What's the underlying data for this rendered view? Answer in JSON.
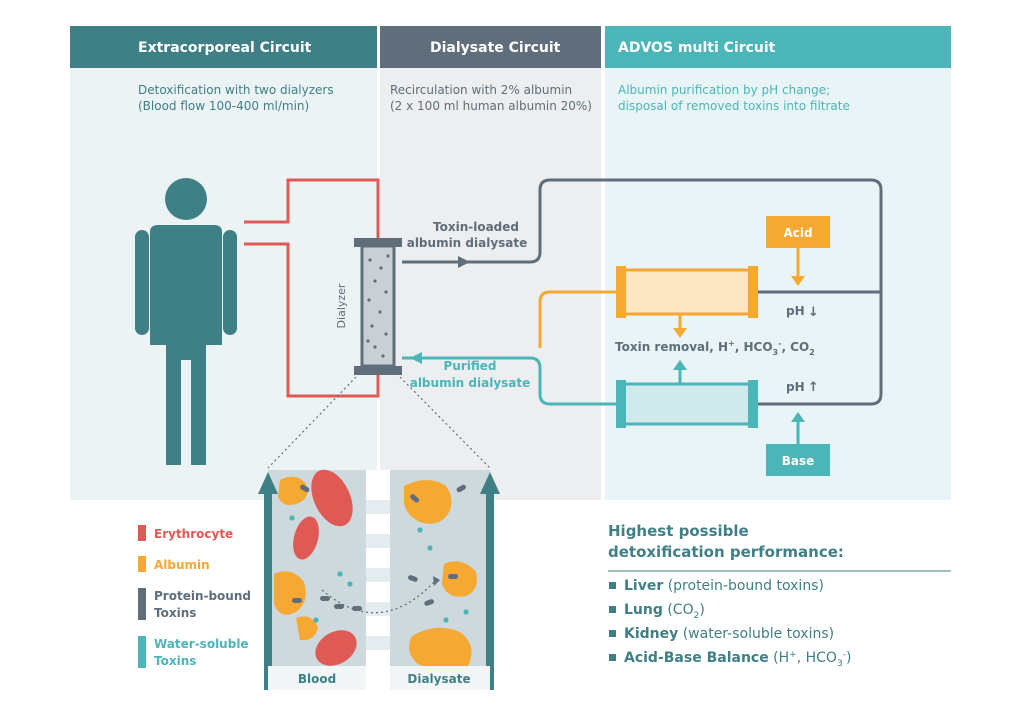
{
  "header": {
    "extracorporeal": {
      "title": "Extracorporeal Circuit",
      "line1": "Detoxification with two dialyzers",
      "line2": "(Blood flow 100-400 ml/min)"
    },
    "dialysate": {
      "title": "Dialysate Circuit",
      "line1": "Recirculation with 2% albumin",
      "line2": "(2 x 100 ml human albumin 20%)"
    },
    "advos": {
      "title": "ADVOS multi Circuit",
      "line1": "Albumin purification by pH change;",
      "line2": "disposal of removed toxins into filtrate"
    }
  },
  "diagram": {
    "dialyzer_label": "Dialyzer",
    "toxin_loaded_1": "Toxin-loaded",
    "toxin_loaded_2": "albumin dialysate",
    "purified_1": "Purified",
    "purified_2": "albumin dialysate",
    "acid": "Acid",
    "base": "Base",
    "ph": "pH",
    "toxin_removal": {
      "prefix": "Toxin removal, H",
      "sup1": "+",
      "mid": ", HCO",
      "sub1": "3",
      "sup2": "-",
      "mid2": ", CO",
      "sub2": "2"
    }
  },
  "zoom": {
    "blood": "Blood",
    "dialysate": "Dialysate"
  },
  "legend": [
    {
      "label_lines": [
        "Erythrocyte"
      ],
      "color": "#e05a55"
    },
    {
      "label_lines": [
        "Albumin"
      ],
      "color": "#f5a832"
    },
    {
      "label_lines": [
        "Protein-bound",
        "Toxins"
      ],
      "color": "#5f6e7a"
    },
    {
      "label_lines": [
        "Water-soluble",
        "Toxins"
      ],
      "color": "#4bb5b8"
    }
  ],
  "performance": {
    "title1": "Highest possible",
    "title2": "detoxification performance:",
    "items": [
      {
        "bold": "Liver",
        "rest": " (protein-bound toxins)"
      },
      {
        "bold": "Lung",
        "rest": " (CO",
        "sub": "2",
        "tail": ")"
      },
      {
        "bold": "Kidney",
        "rest": " (water-soluble toxins)"
      },
      {
        "bold": "Acid-Base Balance",
        "rest": " (H",
        "sup": "+",
        "rest2": ", HCO",
        "sub": "3",
        "sup2": "-",
        "tail": ")"
      }
    ]
  },
  "colors": {
    "teal_dark": "#3f7f86",
    "slate": "#5f6e7a",
    "teal": "#4bb5b8",
    "red": "#e05a55",
    "orange": "#f5a832",
    "panel_bg": "#eef2f4"
  }
}
